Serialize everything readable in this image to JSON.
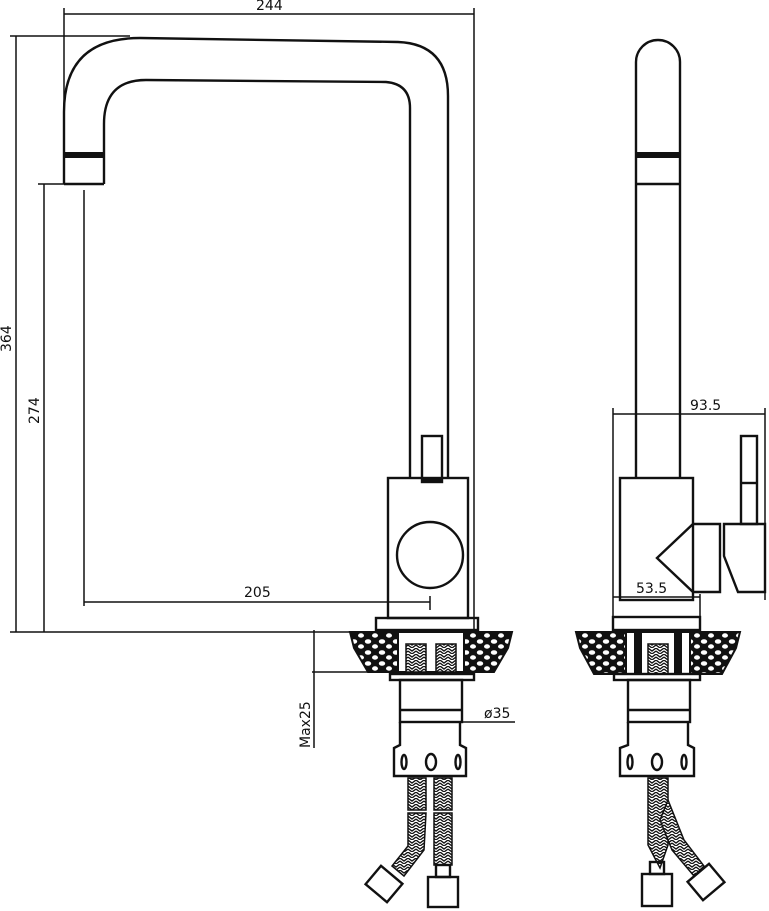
{
  "dimensions": {
    "overall_width": "244",
    "overall_height": "364",
    "spout_height": "274",
    "spout_reach": "205",
    "max_counter_thickness": "Max25",
    "hole_diameter": "ø35",
    "side_depth": "93.5",
    "base_depth": "53.5"
  },
  "colors": {
    "line": "#111111",
    "background": "#ffffff"
  }
}
